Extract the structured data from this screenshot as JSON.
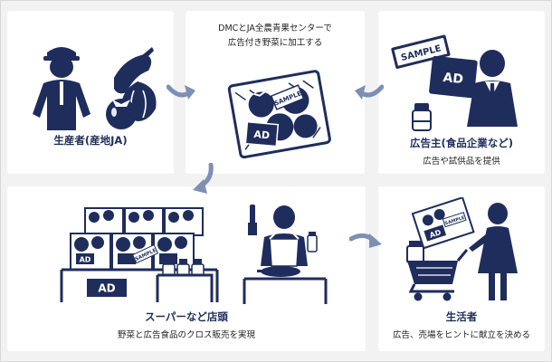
{
  "producer": {
    "title": "生産者(産地JA)"
  },
  "processing": {
    "line1": "DMCとJA全農青果センターで",
    "line2": "広告付き野菜に加工する",
    "ad_label": "AD",
    "sample_label": "SAMPLE"
  },
  "advertiser": {
    "title": "広告主(食品企業など)",
    "subtitle": "広告や試供品を提供",
    "sample_sign": "SAMPLE",
    "ad_board": "AD"
  },
  "supermarket": {
    "title": "スーパーなど店頭",
    "subtitle": "野菜と広告食品のクロス販売を実現",
    "ad_sign": "AD",
    "tray_ad": "AD",
    "tray_sample": "SAMPLE"
  },
  "consumer": {
    "title": "生活者",
    "subtitle": "広告、売場をヒントに献立を決める",
    "flyer_sample": "SAMPLE",
    "flyer_ad": "AD"
  },
  "colors": {
    "navy": "#1f2d5c",
    "arrow": "#7d8fb5",
    "panel": "#ffffff",
    "background": "#f2f2f2"
  }
}
